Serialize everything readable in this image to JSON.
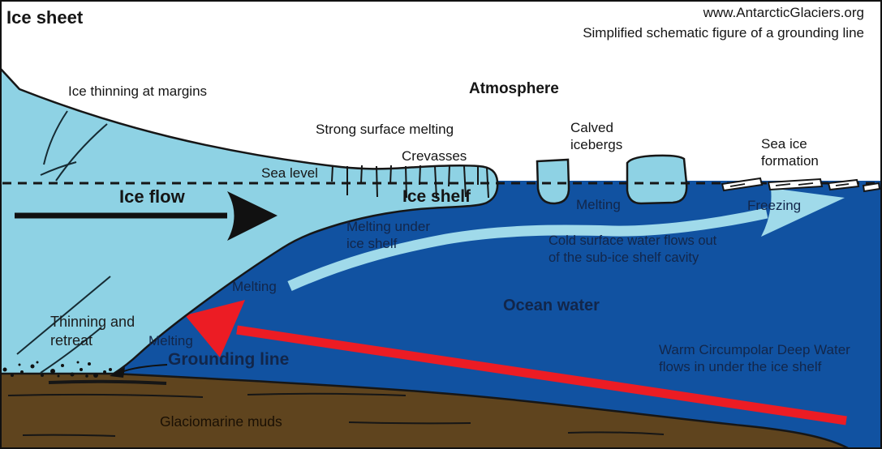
{
  "header": {
    "title": "Ice sheet",
    "site": "www.AntarcticGlaciers.org",
    "subtitle": "Simplified schematic figure of a grounding line"
  },
  "labels": {
    "ice_thinning_margins": "Ice thinning at margins",
    "atmosphere": "Atmosphere",
    "strong_surface_melting": "Strong surface melting",
    "crevasses": "Crevasses",
    "sea_level": "Sea level",
    "ice_flow": "Ice flow",
    "ice_shelf": "Ice shelf",
    "calved_icebergs": "Calved icebergs",
    "sea_ice_formation": "Sea ice formation",
    "melting_icebergs": "Melting",
    "freezing": "Freezing",
    "melting_under_ice_shelf": "Melting under ice shelf",
    "cold_water_flow": "Cold surface water flows out of the sub-ice shelf cavity",
    "ocean_water": "Ocean water",
    "melting_slope_upper": "Melting",
    "thinning_and_retreat": "Thinning and retreat",
    "melting_slope_lower": "Melting",
    "grounding_line": "Grounding line",
    "warm_water_flow": "Warm Circumpolar Deep Water flows in under the ice shelf",
    "glaciomarine_muds": "Glaciomarine muds"
  },
  "colors": {
    "sky": "#FFFFFF",
    "ice": "#8ED2E4",
    "ocean": "#1152A1",
    "mud": "#5F441E",
    "cold_current_arrow": "#A0DAEA",
    "warm_current_arrow": "#EC1C24",
    "ice_flow_arrow": "#111111",
    "outline": "#161616",
    "dark_text": "#151515",
    "navy_text": "#12264A"
  }
}
